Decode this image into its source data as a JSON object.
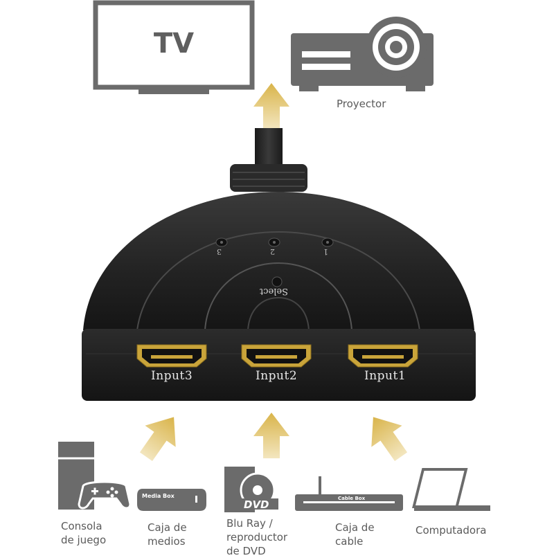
{
  "outputs": {
    "tv": {
      "label": "TV"
    },
    "projector": {
      "label": "Proyector"
    }
  },
  "switch": {
    "leds": [
      "3",
      "2",
      "1"
    ],
    "select_label": "Select",
    "ports": [
      "Input3",
      "Input2",
      "Input1"
    ]
  },
  "sources": [
    {
      "icon": "game-console-icon",
      "lines": [
        "Consola",
        "de juego"
      ]
    },
    {
      "icon": "media-box-icon",
      "brand": "Media Box",
      "lines": [
        "Caja de",
        "medios"
      ]
    },
    {
      "icon": "bluray-dvd-icon",
      "brand": "DVD",
      "lines": [
        "Blu Ray /",
        "reproductor",
        "de DVD"
      ]
    },
    {
      "icon": "cable-box-icon",
      "brand": "Cable Box",
      "lines": [
        "Caja de",
        "cable"
      ]
    },
    {
      "icon": "laptop-icon",
      "lines": [
        "Computadora"
      ]
    }
  ],
  "colors": {
    "icon_gray": "#6b6b6b",
    "arrow_gold": "#e2c46e",
    "switch_body": "#2a2a2a",
    "hdmi_gold": "#c9a43a"
  }
}
